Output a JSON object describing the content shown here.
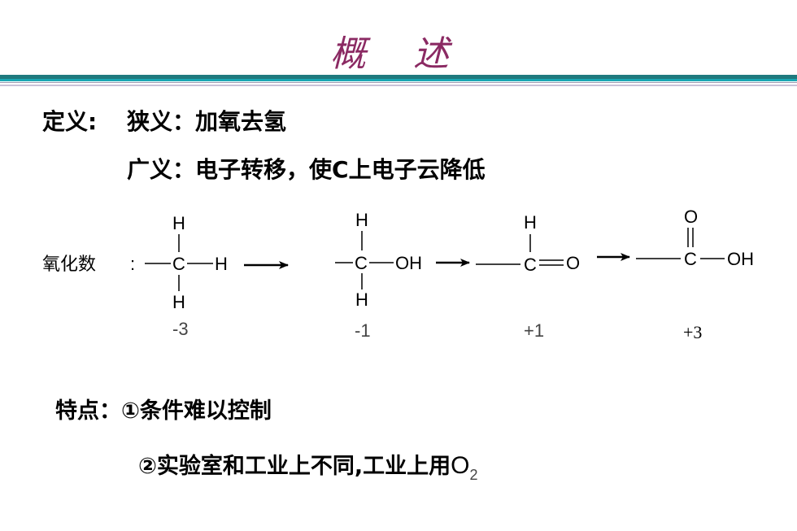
{
  "slide": {
    "title": "概 述"
  },
  "definition": {
    "label": "定义:",
    "narrow_label": "狭义：",
    "narrow_text": "加氧去氢",
    "broad_label": "广义：",
    "broad_text": "电子转移，使C上电子云降低"
  },
  "oxidation": {
    "label": "氧化数",
    "colon": ":",
    "atoms": {
      "C": "C",
      "H": "H",
      "O": "O",
      "OH": "OH"
    },
    "numbers": [
      "-3",
      "-1",
      "+1",
      "+3"
    ]
  },
  "features": {
    "label": "特点：",
    "item1": "①条件难以控制",
    "item2": "②实验室和工业上不同,工业上用",
    "item2_formula": "O",
    "item2_subscript": "2"
  }
}
